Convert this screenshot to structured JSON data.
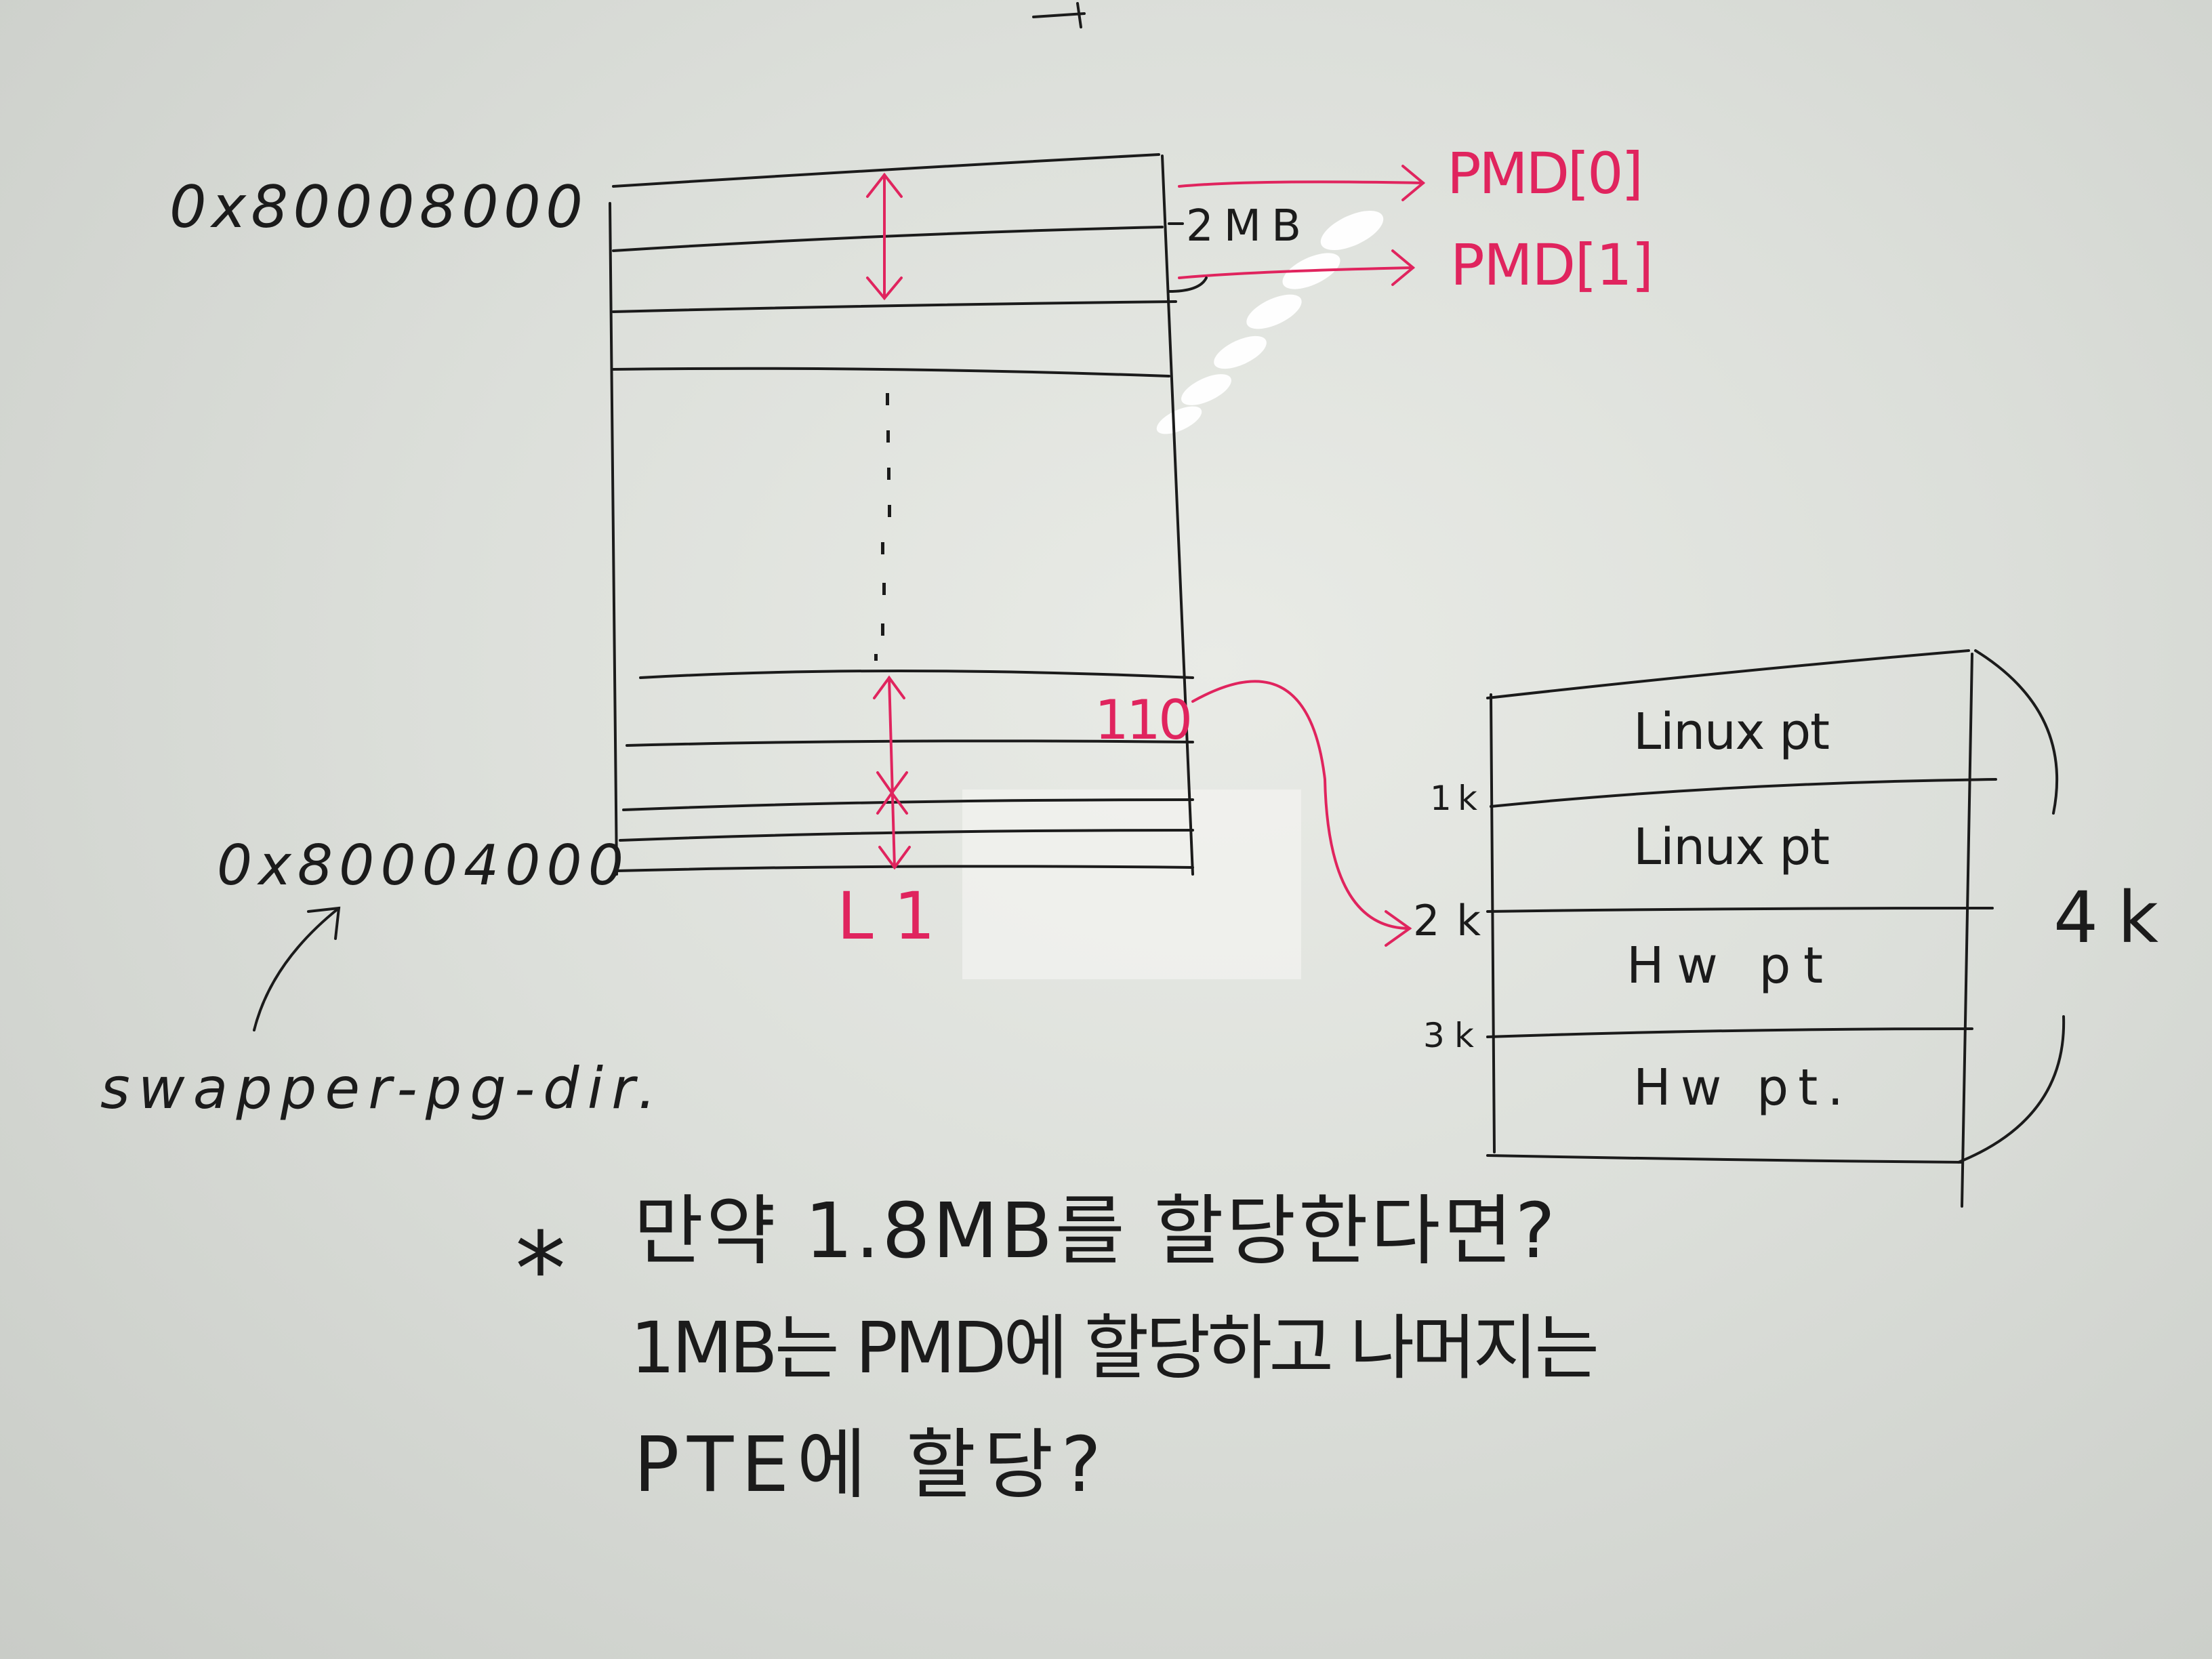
{
  "addresses": {
    "top": "0x80008000",
    "bottom": "0x80004000",
    "pointer_label": "swapper-pg-dir."
  },
  "pmd": {
    "entry0": "PMD[0]",
    "entry1": "PMD[1]",
    "size_label": "2MB"
  },
  "table": {
    "entry_value": "110",
    "level_label": "L1"
  },
  "pt_block": {
    "rows": [
      "Linux pt",
      "Linux pt",
      "Hw pt",
      "Hw pt."
    ],
    "offsets": [
      "1k",
      "2k",
      "3k"
    ],
    "size_label": "4k"
  },
  "notes": {
    "star": "*",
    "line1": "만약 1.8MB를 할당한다면?",
    "line2": "1MB는 PMD에 할당하고 나머지는",
    "line3": "PTE에 할당?"
  },
  "colors": {
    "marker_black": "#1b1b1b",
    "marker_red": "#e0245e",
    "board": "#e3e5e0"
  }
}
